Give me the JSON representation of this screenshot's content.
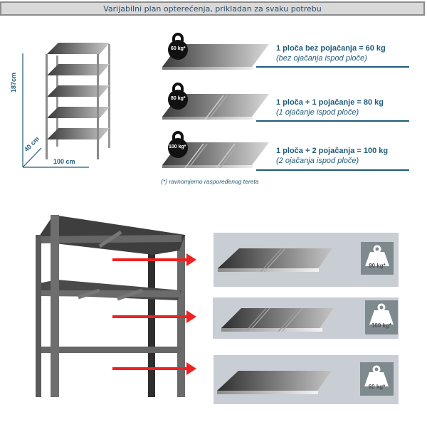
{
  "header": {
    "title": "Varijabilni plan opterećenja, prikladan za svaku potrebu"
  },
  "dimensions": {
    "height": "187cm",
    "depth": "40 cm",
    "width": "100 cm"
  },
  "load_options": [
    {
      "weight_label": "60 kg*",
      "title": "1 ploča  bez pojačanja  = 60 kg",
      "subtitle": "(bez ojačanja  ispod ploče)",
      "reinforcements": 0
    },
    {
      "weight_label": "80 kg*",
      "title": "1 ploča  + 1 pojačanje = 80 kg",
      "subtitle": "(1 ojačanje  ispod ploče)",
      "reinforcements": 1
    },
    {
      "weight_label": "100 kg*",
      "title": "1 ploča  + 2 pojačanja  = 100 kg",
      "subtitle": "(2 ojačanja  ispod ploče)",
      "reinforcements": 2
    }
  ],
  "footnote": "(*) ravnomjerno raspoređenog tereta",
  "shelf_panels": [
    {
      "weight_label": "80 kg*",
      "reinforcements": 1
    },
    {
      "weight_label": "100 kg*",
      "reinforcements": 2
    },
    {
      "weight_label": "60 kg*",
      "reinforcements": 0
    }
  ],
  "colors": {
    "accent": "#1f5b78",
    "arrow": "#ee2222",
    "panel": "#c9cdd4",
    "weight_box": "#7f8a8f"
  }
}
